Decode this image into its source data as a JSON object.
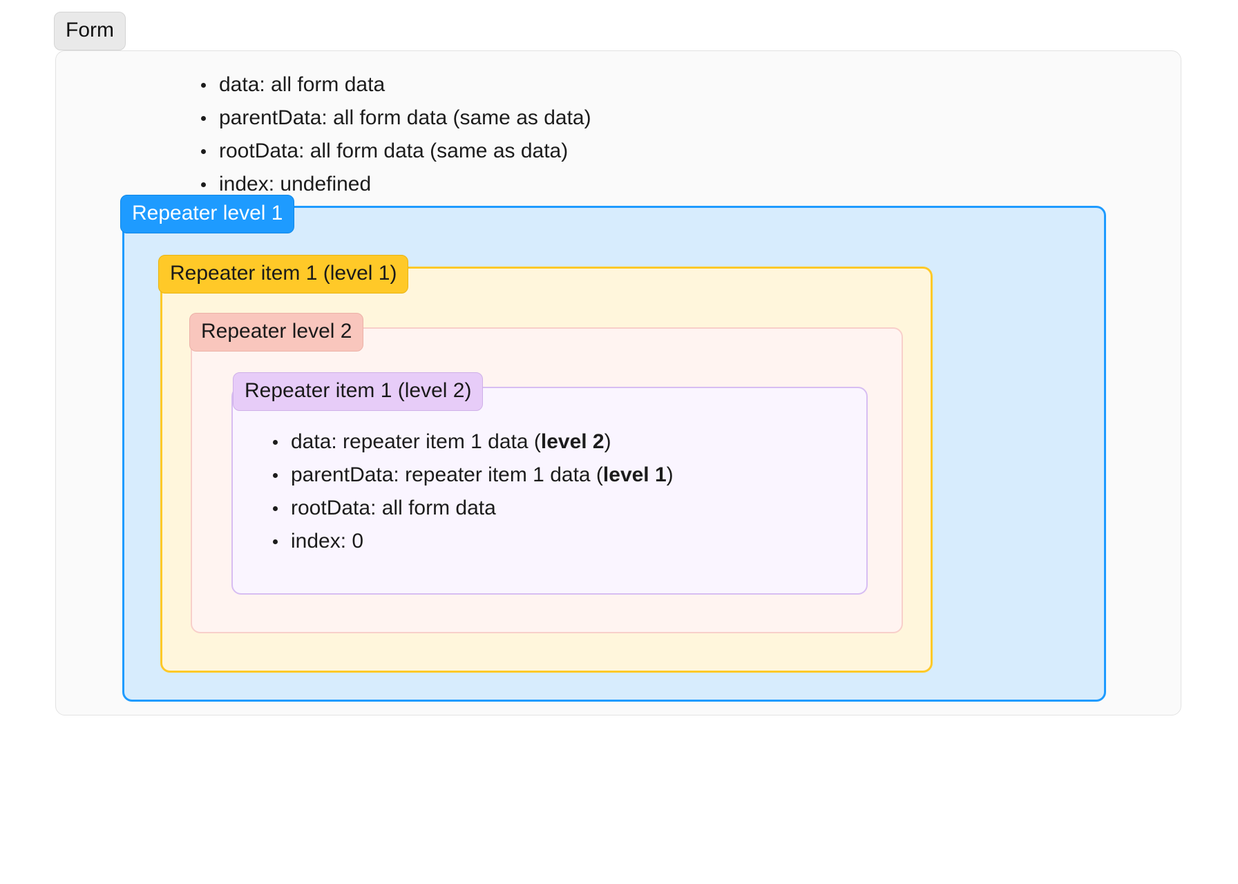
{
  "form": {
    "label": "Form",
    "bullets": [
      {
        "text": "data: all form data"
      },
      {
        "text": "parentData: all form data (same as data)"
      },
      {
        "text": "rootData: all form data (same as data)"
      },
      {
        "text": "index: undefined"
      }
    ]
  },
  "repeater_level_1": {
    "label": "Repeater level 1",
    "color": "#1e9bff",
    "fill": "#d7ecfd"
  },
  "repeater_item_1_level_1": {
    "label": "Repeater item 1 (level 1)",
    "color": "#ffc928",
    "fill": "#fff6dc"
  },
  "repeater_level_2": {
    "label": "Repeater level 2",
    "color": "#f9c6bd",
    "fill": "#fff4f1"
  },
  "repeater_item_1_level_2": {
    "label": "Repeater item 1 (level 2)",
    "color": "#e7ccf8",
    "fill": "#faf5ff",
    "bullets": [
      {
        "prefix": "data: repeater item 1 data (",
        "strong": "level 2",
        "suffix": ")"
      },
      {
        "prefix": "parentData: repeater item 1 data (",
        "strong": "level 1",
        "suffix": ")"
      },
      {
        "prefix": "rootData: all form data",
        "strong": "",
        "suffix": ""
      },
      {
        "prefix": "index: 0",
        "strong": "",
        "suffix": ""
      }
    ]
  }
}
